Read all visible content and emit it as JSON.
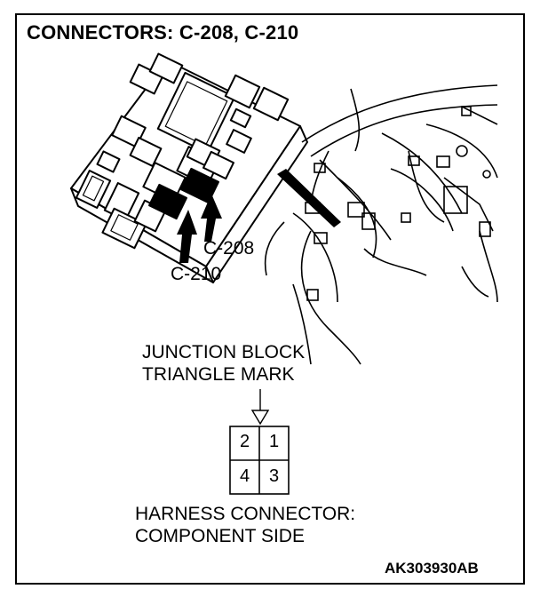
{
  "title": "CONNECTORS: C-208, C-210",
  "callouts": {
    "c208": "C-208",
    "c210": "C-210"
  },
  "junction_block": {
    "line1": "JUNCTION BLOCK",
    "line2": "TRIANGLE MARK"
  },
  "connector_pins": {
    "top_left": "2",
    "top_right": "1",
    "bottom_left": "4",
    "bottom_right": "3"
  },
  "harness_connector": {
    "line1": "HARNESS CONNECTOR:",
    "line2": "COMPONENT SIDE"
  },
  "drawing_code": "AK303930AB"
}
